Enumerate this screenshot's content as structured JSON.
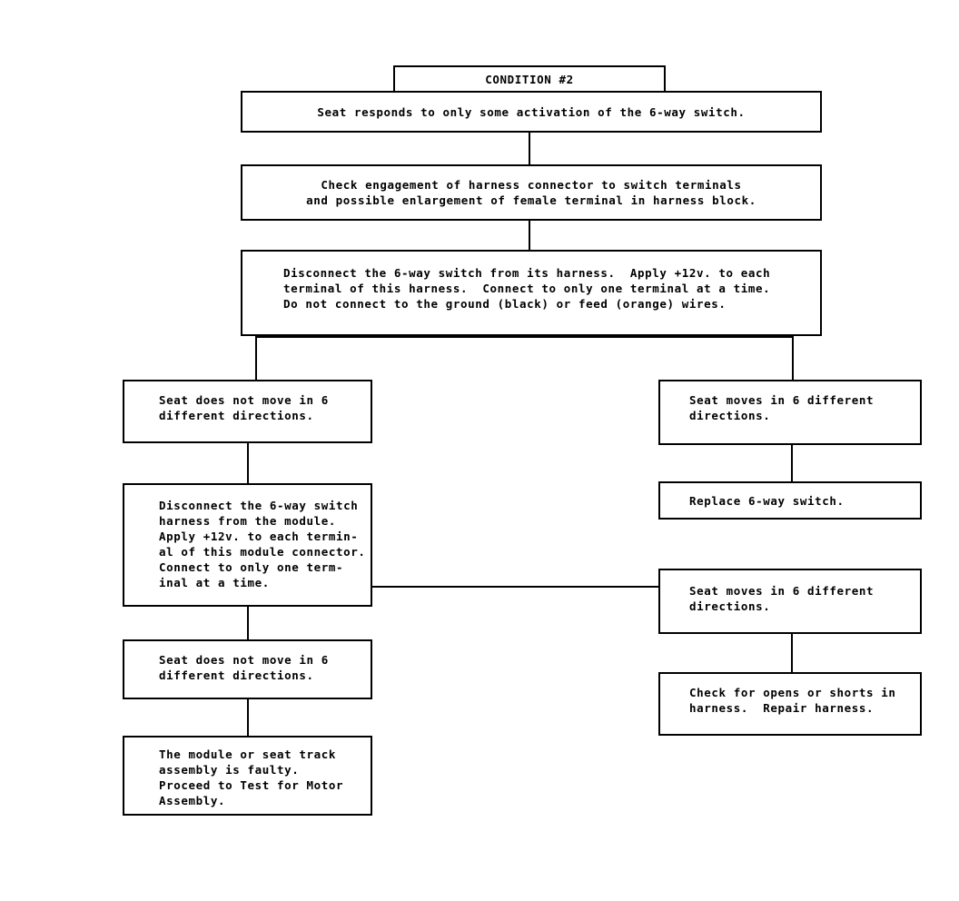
{
  "diagram": {
    "title": "CONDITION #2",
    "type": "flowchart",
    "nodes": {
      "condition_header": {
        "label": "CONDITION #2",
        "align": "center"
      },
      "symptom": {
        "label": "Seat responds to only some activation of the 6-way switch.",
        "align": "center"
      },
      "check_engagement": {
        "line1": "Check engagement of harness connector to switch terminals",
        "line2": "and possible enlargement of female terminal in harness block.",
        "align": "center"
      },
      "disconnect_switch": {
        "line1": "Disconnect the 6-way switch from its harness.  Apply +12v. to each",
        "line2": "terminal of this harness.  Connect to only one terminal at a time.",
        "line3": "Do not connect to the ground (black) or feed (orange) wires.",
        "align": "left"
      },
      "left_no_move_1": {
        "line1": "Seat does not move in 6",
        "line2": "different directions.",
        "align": "left"
      },
      "disconnect_module": {
        "line1": "Disconnect the 6-way switch",
        "line2": "harness from the module.",
        "line3": "Apply +12v. to each termin-",
        "line4": "al of this module connector.",
        "line5": "Connect to only one term-",
        "line6": "inal at a time.",
        "align": "left"
      },
      "left_no_move_2": {
        "line1": "Seat does not move in 6",
        "line2": "different directions.",
        "align": "left"
      },
      "module_faulty": {
        "line1": "The module or seat track",
        "line2": "assembly is faulty.",
        "line3": "Proceed to Test for Motor",
        "line4": "Assembly.",
        "align": "left"
      },
      "right_moves_1": {
        "line1": "Seat moves in 6 different",
        "line2": "directions.",
        "align": "left"
      },
      "replace_switch": {
        "label": "Replace 6-way switch.",
        "align": "left"
      },
      "right_moves_2": {
        "line1": "Seat moves in 6 different",
        "line2": "directions.",
        "align": "left"
      },
      "check_harness": {
        "line1": "Check for opens or shorts in",
        "line2": "harness.  Repair harness.",
        "align": "left"
      }
    },
    "colors": {
      "line": "#000000",
      "background": "#ffffff",
      "text": "#000000"
    }
  }
}
